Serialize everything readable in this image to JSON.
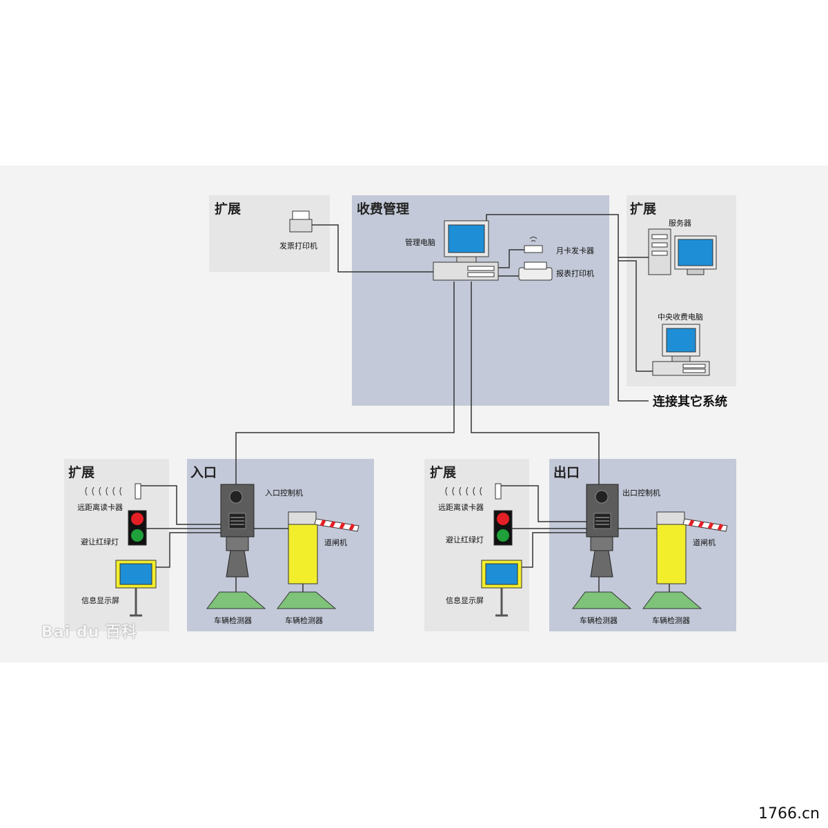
{
  "zones": {
    "top_left_ext": "扩展",
    "billing": "收费管理",
    "top_right_ext": "扩展",
    "entry_ext": "扩展",
    "entry": "入口",
    "exit_ext": "扩展",
    "exit": "出口"
  },
  "devices": {
    "invoice_printer": "发票打印机",
    "mgmt_pc": "管理电脑",
    "monthly_card_issuer": "月卡发卡器",
    "report_printer": "报表打印机",
    "server": "服务器",
    "central_pc": "中央收费电脑",
    "connect_other": "连接其它系统"
  },
  "entry": {
    "reader": "远距离读卡器",
    "traffic_light": "避让红绿灯",
    "display": "信息显示屏",
    "controller": "入口控制机",
    "barrier": "道闸机",
    "detector_1": "车辆检测器",
    "detector_2": "车辆检测器"
  },
  "exit": {
    "reader": "远距离读卡器",
    "traffic_light": "避让红绿灯",
    "display": "信息显示屏",
    "controller": "出口控制机",
    "barrier": "道闸机",
    "detector_1": "车辆检测器",
    "detector_2": "车辆检测器"
  },
  "watermark": "Bai du 百科",
  "footer": "1766.cn",
  "colors": {
    "screen": "#1e8fd6",
    "barrier_body": "#f2ee2c",
    "detector": "#7fc27a",
    "red_light": "#e41f26",
    "green_light": "#1fa03a"
  }
}
